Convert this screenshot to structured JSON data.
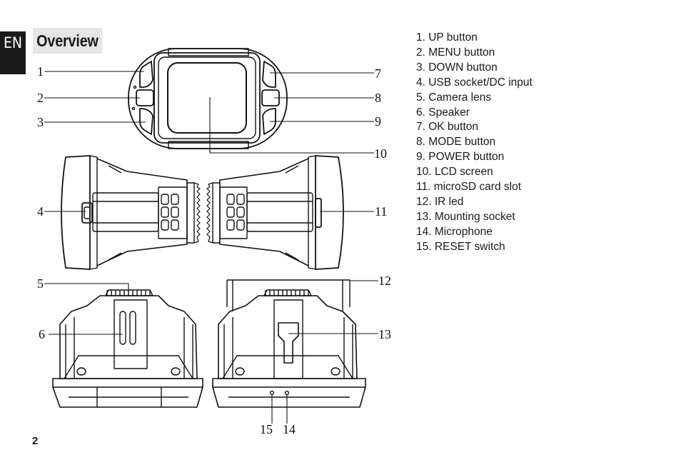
{
  "header": {
    "language": "EN",
    "title": "Overview"
  },
  "legend": [
    "1. UP button",
    "2. MENU button",
    "3. DOWN button",
    "4. USB socket/DC input",
    "5. Camera lens",
    "6. Speaker",
    "7. OK button",
    "8. MODE button",
    "9. POWER button",
    "10. LCD screen",
    "11. microSD card slot",
    "12. IR led",
    "13. Mounting socket",
    "14. Microphone",
    "15. RESET switch"
  ],
  "callouts": [
    "1",
    "2",
    "3",
    "4",
    "5",
    "6",
    "7",
    "8",
    "9",
    "10",
    "11",
    "12",
    "13",
    "14",
    "15"
  ],
  "footer": {
    "page_number": "2"
  }
}
